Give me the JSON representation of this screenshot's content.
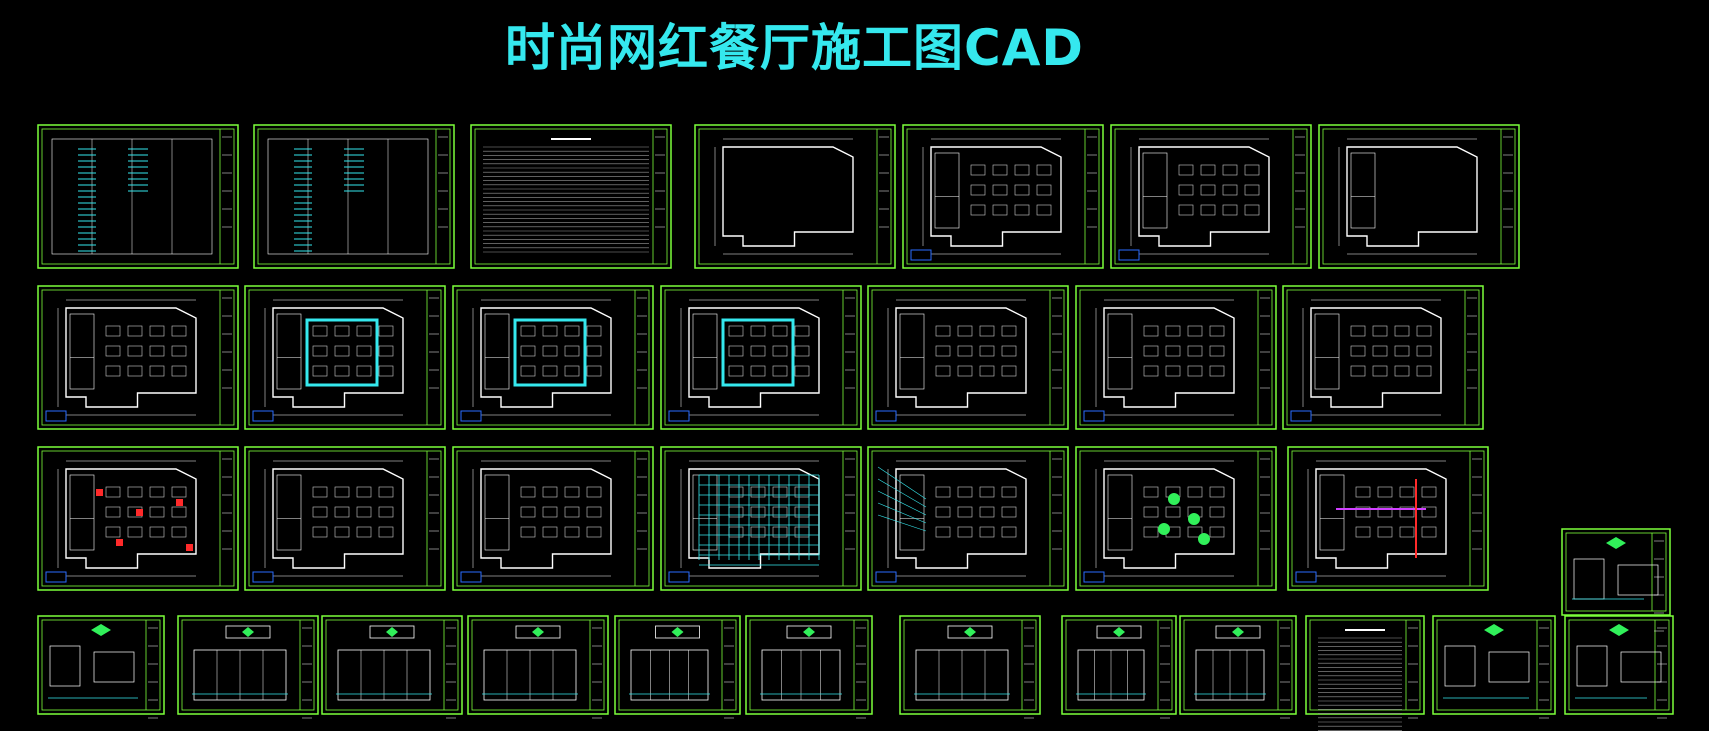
{
  "title": "时尚网红餐厅施工图CAD",
  "colors": {
    "background": "#000000",
    "title": "#35e8ee",
    "frame": "#7cff3a",
    "drawing": "#ffffff",
    "accent_cyan": "#35e8ee",
    "accent_green": "#31f05a",
    "accent_red": "#ff2a2a",
    "accent_magenta": "#d040ff",
    "accent_blue": "#2a6cff"
  },
  "sheet_rows": [
    {
      "row": 1,
      "sheets": [
        "table",
        "table",
        "text",
        "plan-shell",
        "plan-seating",
        "plan-seating",
        "plan-walls"
      ]
    },
    {
      "row": 2,
      "sheets": [
        "plan",
        "plan-ceiling",
        "plan-ceiling",
        "plan-ceiling",
        "plan",
        "plan",
        "plan"
      ]
    },
    {
      "row": 3,
      "sheets": [
        "plan-red",
        "plan",
        "plan",
        "plan-grid",
        "plan-annotated",
        "plan-green",
        "plan-magenta"
      ]
    },
    {
      "row": 4,
      "sheets": [
        "detail",
        "elevation",
        "elevation",
        "elevation",
        "elevation",
        "elevation",
        "elevation",
        "elevation",
        "elevation",
        "text",
        "detail",
        "detail"
      ]
    }
  ]
}
